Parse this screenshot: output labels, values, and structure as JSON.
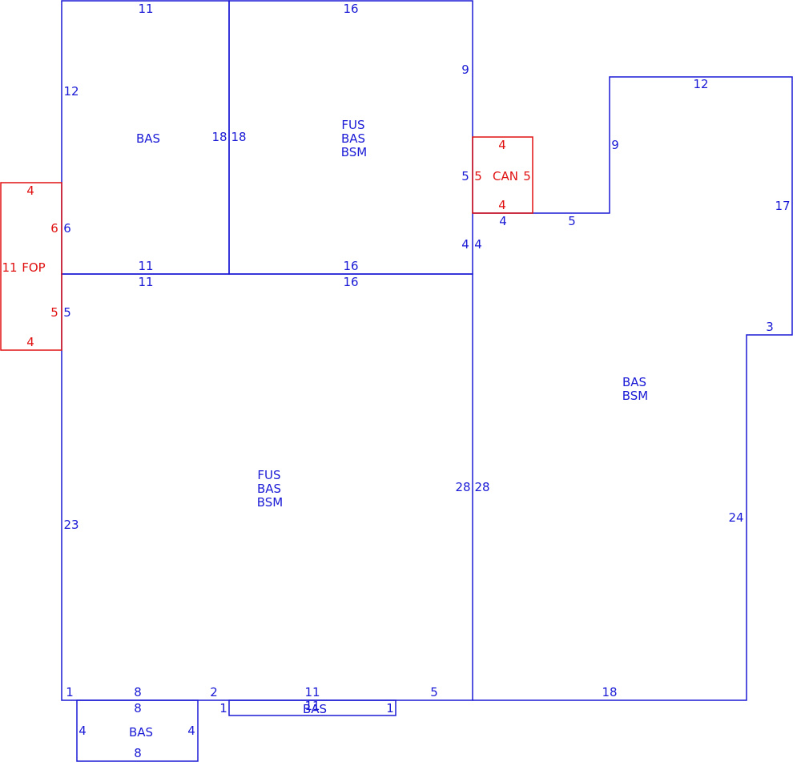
{
  "colors": {
    "main": "#1a1ad6",
    "addition": "#e01010"
  },
  "areas": {
    "top_left": {
      "lines": [
        "BAS"
      ]
    },
    "top_mid": {
      "lines": [
        "FUS",
        "BAS",
        "BSM"
      ]
    },
    "can": {
      "lines": [
        "CAN"
      ]
    },
    "fop": {
      "lines": [
        "FOP"
      ]
    },
    "main": {
      "lines": [
        "FUS",
        "BAS",
        "BSM"
      ]
    },
    "right": {
      "lines": [
        "BAS",
        "BSM"
      ]
    },
    "bay_left": {
      "lines": [
        "BAS"
      ]
    },
    "bay_mid": {
      "lines": [
        "BAS"
      ]
    }
  },
  "dimensions": {
    "tl_top": "11",
    "tl_left": "12",
    "tl_right": "18",
    "tl_bottom": "11",
    "tm_top": "16",
    "tm_left": "18",
    "tm_right_upper": "9",
    "tm_right_mid": "5",
    "tm_right_lower": "4",
    "tm_bottom": "16",
    "fop_top": "4",
    "fop_right_upper": "6",
    "fop_left": "11",
    "fop_right_lower": "5",
    "fop_bottom": "4",
    "house_left_upper": "6",
    "house_left_lower": "5",
    "can_top": "4",
    "can_left": "5",
    "can_right": "5",
    "can_bottom": "4",
    "main_top_left": "11",
    "main_top_right": "16",
    "main_left": "23",
    "main_right": "28",
    "bot_1": "1",
    "bot_8": "8",
    "bot_2": "2",
    "bot_11": "11",
    "bot_5": "5",
    "bayL_top": "8",
    "bayL_left": "4",
    "bayL_right": "4",
    "bayL_bottom": "8",
    "bayM_left": "1",
    "bayM_top": "11",
    "bayM_right": "1",
    "r_step_4": "4",
    "r_step_5": "5",
    "r_left_4": "4",
    "r_up_9": "9",
    "r_top_12": "12",
    "r_right_17": "17",
    "r_notch_3": "3",
    "r_right_24": "24",
    "r_left_28": "28",
    "r_bottom_18": "18"
  }
}
